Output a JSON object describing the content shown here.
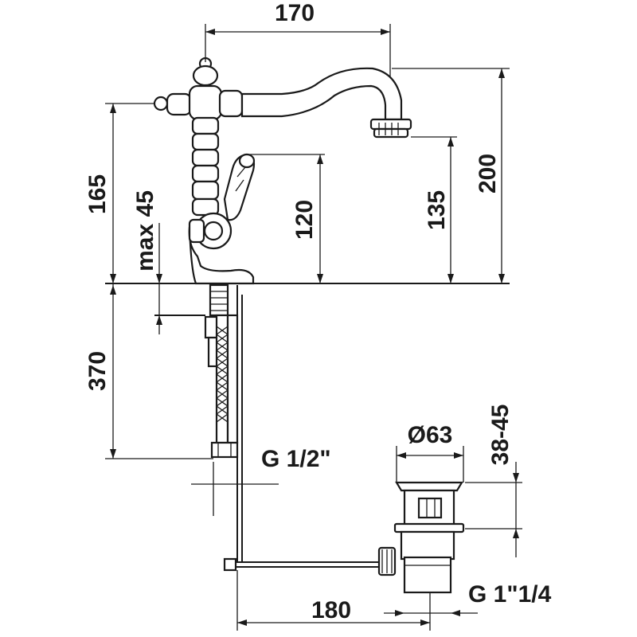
{
  "drawing": {
    "dimensions": {
      "spout_reach": "170",
      "total_height": "200",
      "body_height": "165",
      "max_deck": "max 45",
      "lever_height": "120",
      "spout_height": "135",
      "hose_length": "370",
      "inlet_thread": "G 1/2\"",
      "waste_diameter": "Ø63",
      "waste_range": "38-45",
      "waste_offset": "180",
      "waste_thread": "G 1\"1/4"
    }
  }
}
